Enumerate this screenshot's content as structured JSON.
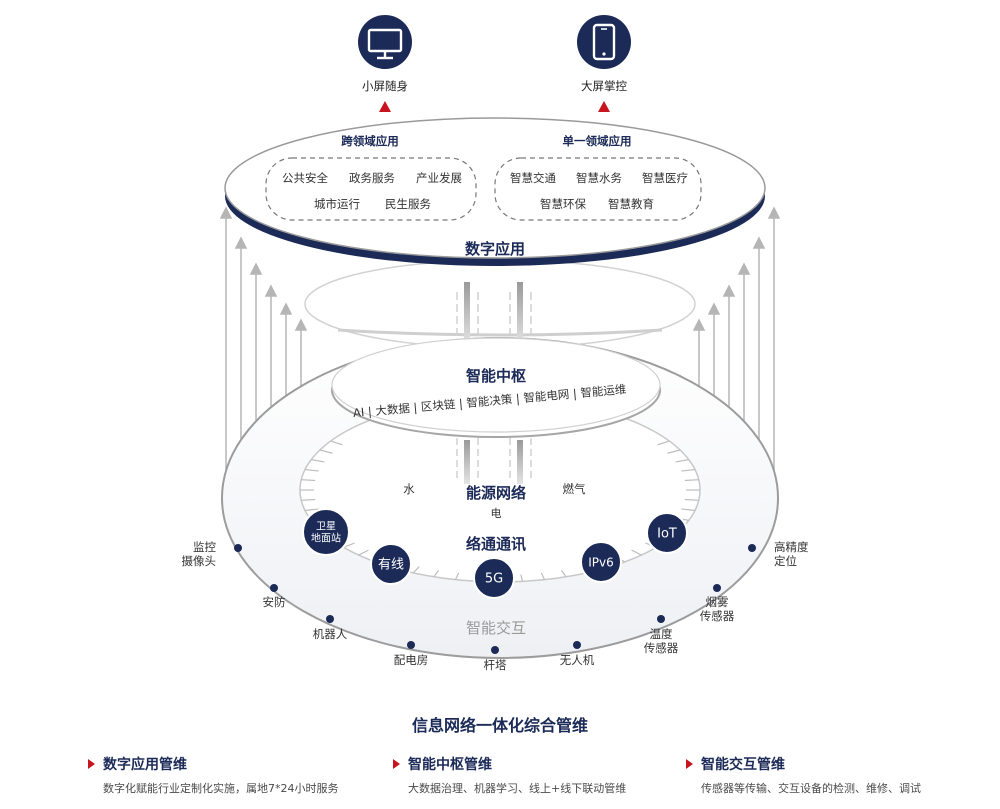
{
  "devices": [
    {
      "label": "小屏随身",
      "icon": "monitor-icon"
    },
    {
      "label": "大屏掌控",
      "icon": "smartphone-icon"
    }
  ],
  "top_layer": {
    "title": "数字应用",
    "cross_domain": {
      "title": "跨领域应用",
      "items": [
        "公共安全",
        "政务服务",
        "产业发展",
        "城市运行",
        "民生服务"
      ]
    },
    "single_domain": {
      "title": "单一领域应用",
      "items": [
        "智慧交通",
        "智慧水务",
        "智慧医疗",
        "智慧环保",
        "智慧教育"
      ]
    }
  },
  "middle_layer": {
    "title": "智能中枢",
    "items": [
      "AI",
      "大数据",
      "区块链",
      "智能决策",
      "智能电网",
      "智能运维"
    ]
  },
  "energy": {
    "title": "能源网络",
    "water": "水",
    "gas": "燃气",
    "power": "电"
  },
  "comm": {
    "title": "络通通讯",
    "nodes": [
      "卫星\n地面站",
      "有线",
      "5G",
      "IPv6",
      "IoT"
    ]
  },
  "interaction": {
    "title": "智能交互",
    "devices": [
      "监控\n摄像头",
      "安防",
      "机器人",
      "配电房",
      "杆塔",
      "无人机",
      "温度\n传感器",
      "烟雾\n传感器",
      "高精度\n定位"
    ]
  },
  "footer": {
    "title": "信息网络一体化综合管维",
    "items": [
      {
        "title": "数字应用管维",
        "desc": "数字化赋能行业定制化实施，属地7*24小时服务"
      },
      {
        "title": "智能中枢管维",
        "desc": "大数据治理、机器学习、线上+线下联动管维"
      },
      {
        "title": "智能交互管维",
        "desc": "传感器等传输、交互设备的检测、维修、调试"
      }
    ]
  },
  "colors": {
    "navy": "#1b2a57",
    "red": "#c8141e",
    "gray": "#b8b8b8",
    "dark_gray": "#6e6e6e"
  }
}
